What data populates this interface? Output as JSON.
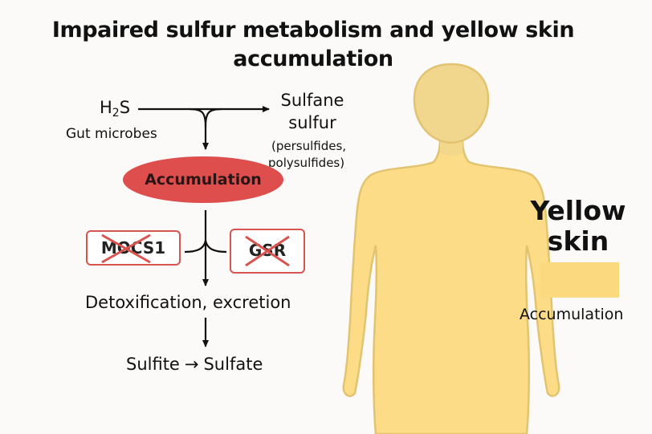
{
  "title": {
    "line1": "Impaired sulfur metabolism and yellow skin",
    "line2": "accumulation"
  },
  "pathway": {
    "source_prefix": "H",
    "source_sub": "2",
    "source_suffix": "S",
    "source_origin": "Gut microbes",
    "product_line1": "Sulfane",
    "product_line2": "sulfur",
    "product_note_line1": "(persulfides,",
    "product_note_line2": "polysulfides)",
    "accumulation_label": "Accumulation",
    "enzymes": [
      {
        "label": "MOCS1",
        "status": "impaired"
      },
      {
        "label": "GSR",
        "status": "impaired"
      }
    ],
    "process_label": "Detoxification, excretion",
    "end_from": "Sulfite",
    "end_to": "Sulfate"
  },
  "legend": {
    "title_line1": "Yellow",
    "title_line2": "skin",
    "swatch_label": "Accumulation"
  },
  "colors": {
    "accumulation_red": "#dd4e4c",
    "enzyme_border": "#d9534f",
    "skin_yellow": "#fbd97f",
    "body_fill": "#fcdc86",
    "body_stroke": "#e2c370",
    "head_fill": "#f1d68e",
    "line_color": "#111111"
  },
  "icons": {
    "enzyme_blocked": "red-x-cross-icon",
    "figure": "human-body-silhouette-icon"
  }
}
